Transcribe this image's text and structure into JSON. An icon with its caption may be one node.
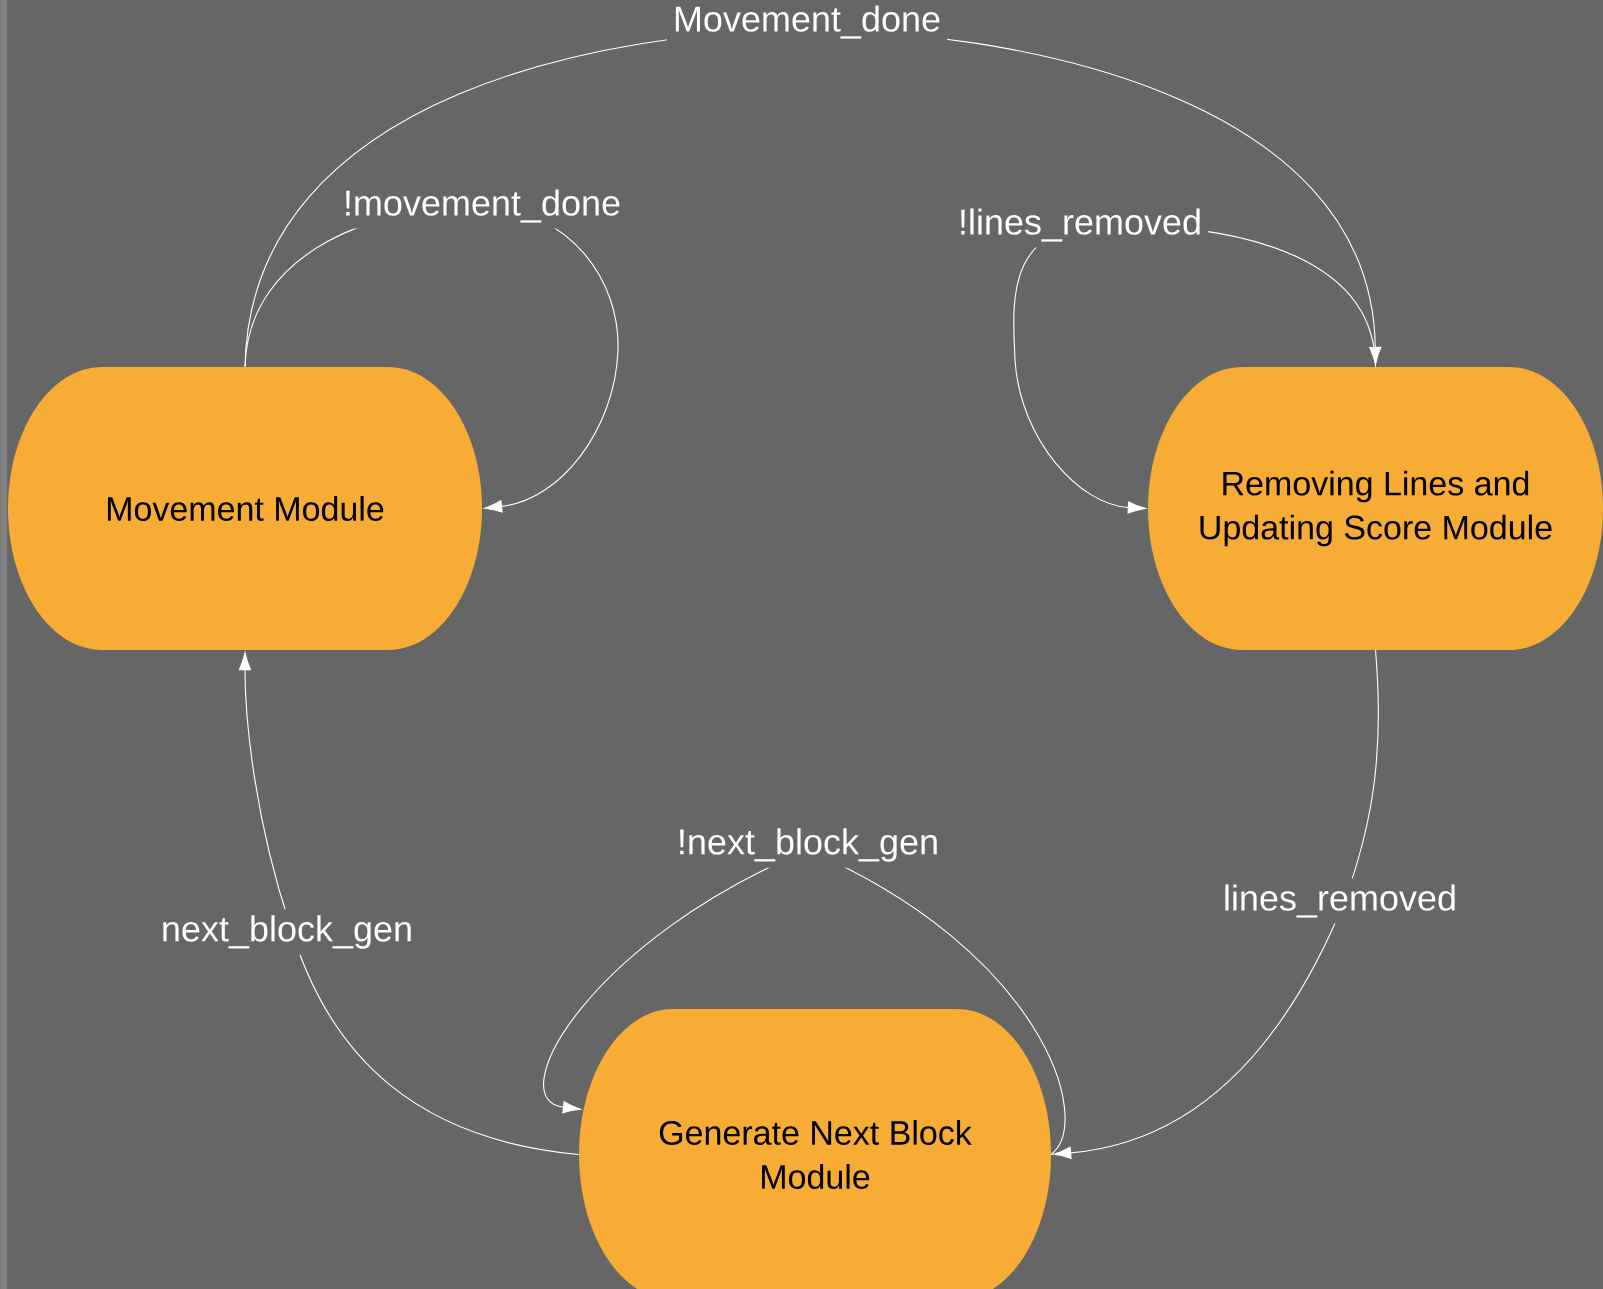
{
  "diagram": {
    "nodes": [
      {
        "text": [
          "Movement Module"
        ]
      },
      {
        "text": [
          "Removing Lines and Updating Score Module"
        ]
      },
      {
        "text": [
          "Generate Next Block Module"
        ]
      }
    ],
    "edges": [
      {
        "from": 0,
        "to": 1,
        "arrow": "to",
        "label": "Movement_done"
      },
      {
        "from": 0,
        "to": 0,
        "arrow": "to",
        "label": "!movement_done"
      },
      {
        "from": 1,
        "to": 1,
        "arrow": "to",
        "label": "!lines_removed"
      },
      {
        "from": 1,
        "to": 2,
        "arrow": "to",
        "label": "lines_removed"
      },
      {
        "from": 2,
        "to": 2,
        "arrow": "to",
        "label": "!next_block_gen"
      },
      {
        "from": 2,
        "to": 0,
        "arrow": "to",
        "label": "next_block_gen"
      }
    ]
  }
}
